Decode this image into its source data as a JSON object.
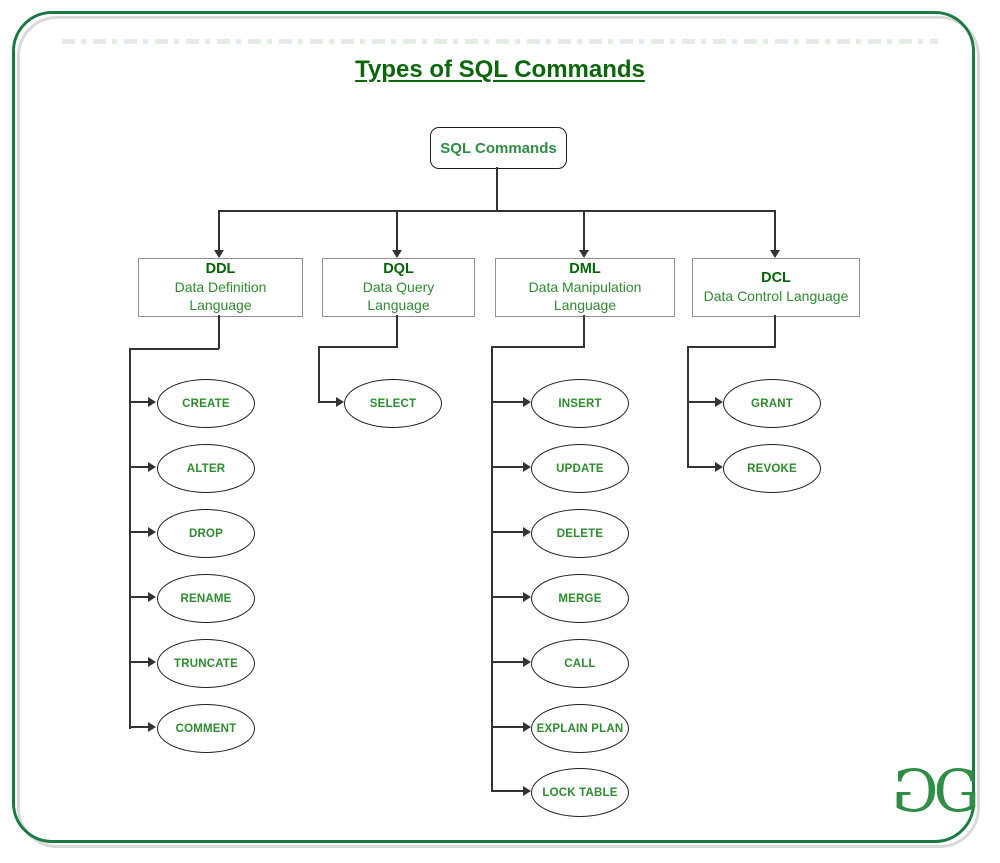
{
  "title": "Types of SQL Commands",
  "root": {
    "label": "SQL Commands"
  },
  "branches": [
    {
      "abbr": "DDL",
      "subtitle1": "Data Definition",
      "subtitle2": "Language",
      "children": [
        "CREATE",
        "ALTER",
        "DROP",
        "RENAME",
        "TRUNCATE",
        "COMMENT"
      ]
    },
    {
      "abbr": "DQL",
      "subtitle1": "Data Query",
      "subtitle2": "Language",
      "children": [
        "SELECT"
      ]
    },
    {
      "abbr": "DML",
      "subtitle1": "Data Manipulation",
      "subtitle2": "Language",
      "children": [
        "INSERT",
        "UPDATE",
        "DELETE",
        "MERGE",
        "CALL",
        "EXPLAIN PLAN",
        "LOCK TABLE"
      ]
    },
    {
      "abbr": "DCL",
      "subtitle1": "Data Control Language",
      "subtitle2": "",
      "children": [
        "GRANT",
        "REVOKE"
      ]
    }
  ],
  "logo": {
    "left_glyph": "G",
    "right_glyph": "G"
  },
  "colors": {
    "frame_green": "#1b7a43",
    "frame_shadow_gray": "#d9d9d9",
    "title_green": "#0b660b",
    "brand_green": "#2f8d46",
    "node_text_green": "#2e8b2e",
    "dark_green": "#036303",
    "connector": "#333333",
    "box_border_gray": "#8f8f8f",
    "ellipse_border": "#1f1f1f"
  }
}
